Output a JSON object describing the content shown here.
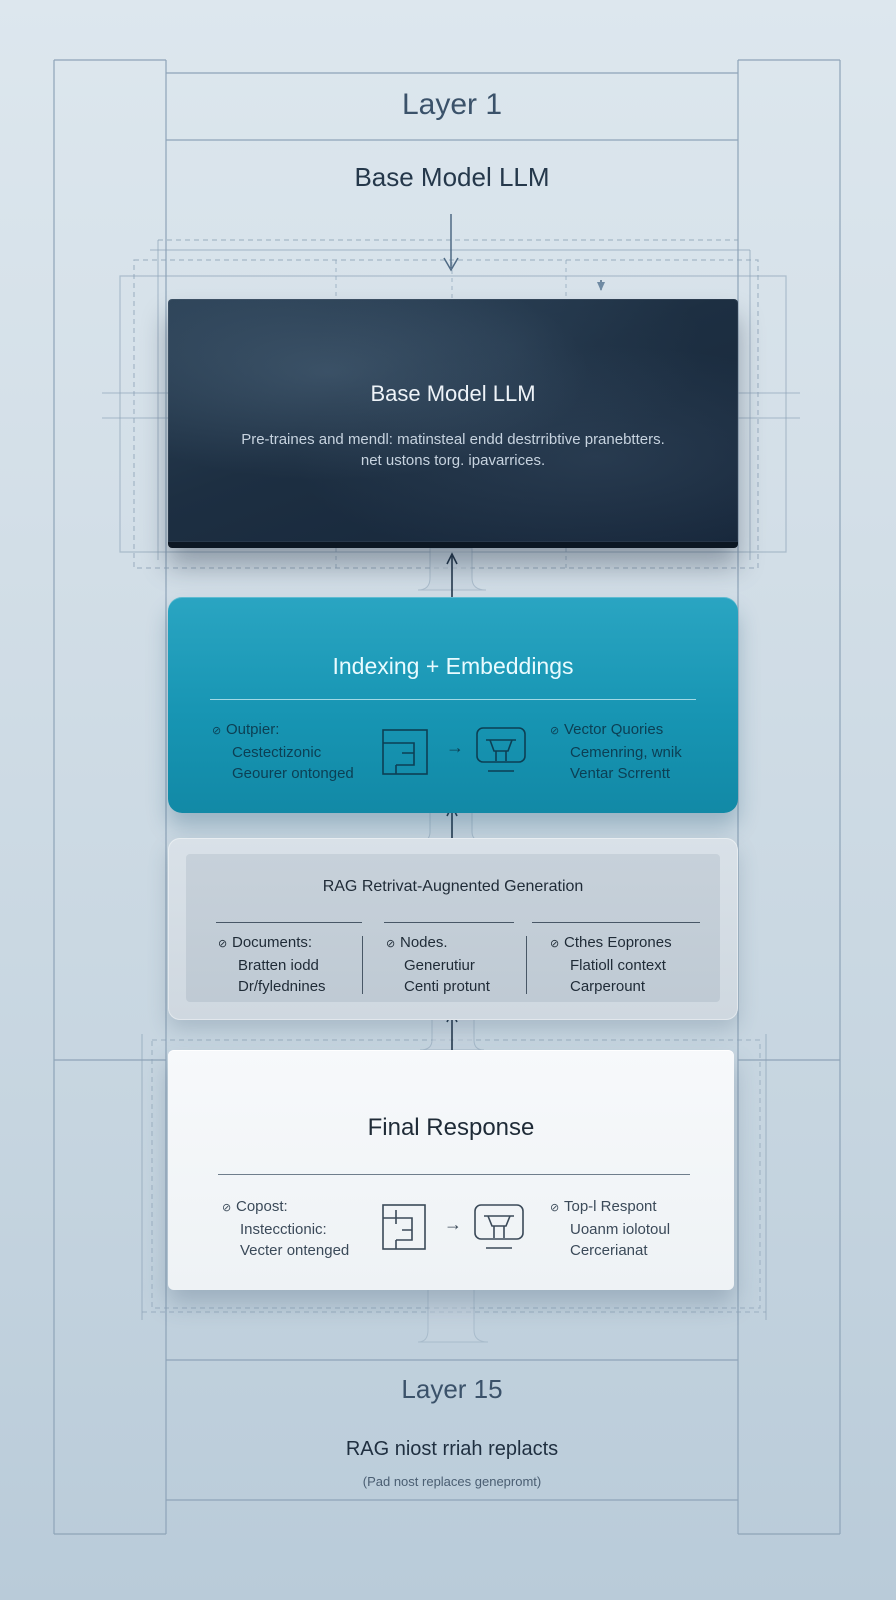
{
  "frame": {
    "top_label": "Layer  1",
    "top_subtitle": "Base Model LLM",
    "bottom_label": "Layer 15",
    "bottom_subtitle": "RAG niost rriah replacts",
    "bottom_note": "(Pad nost replaces genepromt)"
  },
  "base_block": {
    "title": "Base Model LLM",
    "desc_line1": "Pre-traines and mendl: matinsteal endd destrribtive pranebtters.",
    "desc_line2": "net ustons torg. ipavarrices."
  },
  "indexing_block": {
    "title": "Indexing + Embeddings",
    "left_col": [
      "Outpier:",
      "Cestectizonic",
      "Geourer ontonged"
    ],
    "right_col": [
      "Vector Quories",
      "Cemenring, wnik",
      "Ventar Scrrentt"
    ]
  },
  "rag_block": {
    "title": "RAG Retrivat-Augnented Generation",
    "col1": [
      "Documents:",
      "Bratten iodd",
      "Dr/fylednines"
    ],
    "col2": [
      "Nodes.",
      "Generutiur",
      "Centi protunt"
    ],
    "col3": [
      "Cthes Eoprones",
      "Flatioll context",
      "Carperount"
    ]
  },
  "final_block": {
    "title": "Final Response",
    "left_col": [
      "Copost:",
      "Instecctionic:",
      "Vecter ontenged"
    ],
    "right_col": [
      "Top-l Respont",
      "Uoanm iolotoul",
      "Cercerianat"
    ]
  },
  "colors": {
    "dark_block": "#1d2f42",
    "teal_block": "#1795b3",
    "grey_block": "#cfd8e0",
    "white_block": "#f4f7f9",
    "guide_lines": "#8ea4b8"
  }
}
